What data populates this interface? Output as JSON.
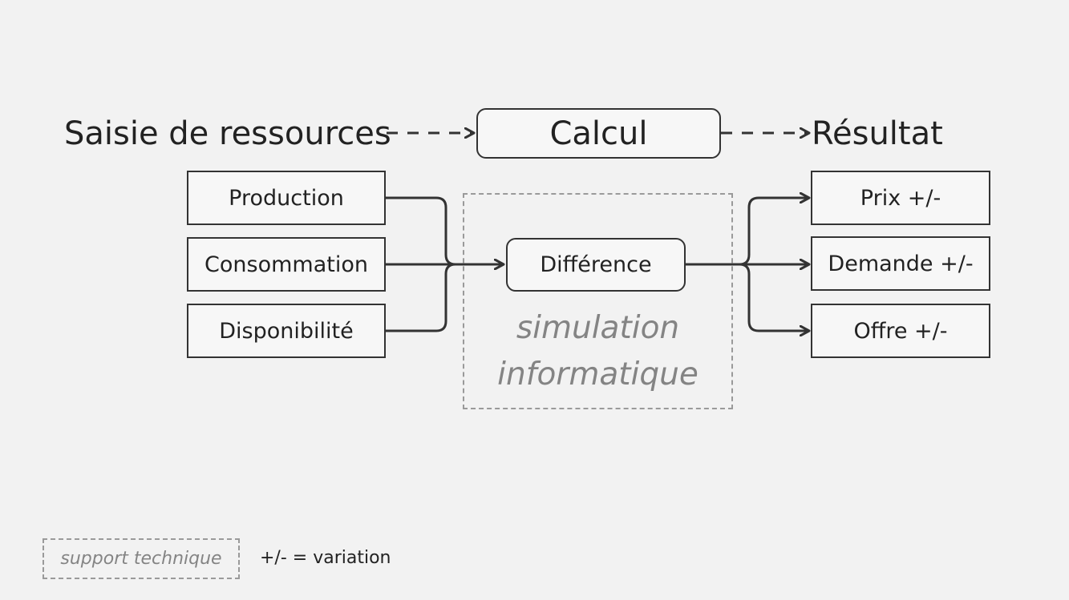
{
  "flow": {
    "input_label": "Saisie de ressources",
    "process_label": "Calcul",
    "output_label": "Résultat"
  },
  "inputs": [
    "Production",
    "Consommation",
    "Disponibilité"
  ],
  "center": {
    "node_label": "Différence",
    "region_label_line1": "simulation",
    "region_label_line2": "informatique"
  },
  "outputs": [
    "Prix +/-",
    "Demande +/-",
    "Offre +/-"
  ],
  "legend": {
    "dashed_box_label": "support technique",
    "note": "+/- = variation"
  },
  "colors": {
    "background": "#f2f2f2",
    "box_fill": "#f7f7f7",
    "stroke": "#333333",
    "dashed": "#9a9a9a",
    "muted_text": "#848484"
  }
}
